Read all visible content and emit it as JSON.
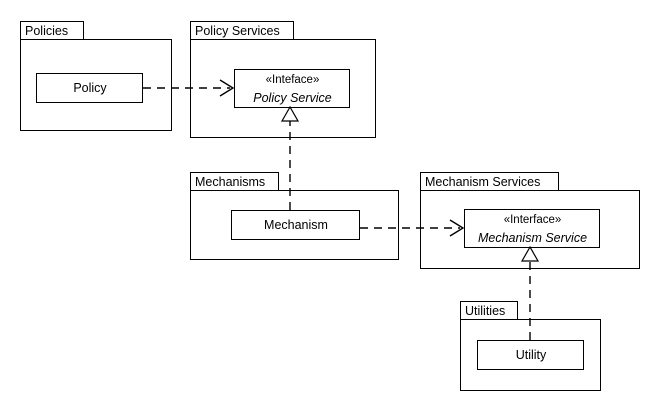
{
  "diagram": {
    "kind": "uml-package-diagram",
    "stroke_color": "#000000",
    "fill_color": "#ffffff",
    "background": "#ffffff"
  },
  "packages": {
    "policies": {
      "name": "Policies"
    },
    "policy_services": {
      "name": "Policy Services"
    },
    "mechanisms": {
      "name": "Mechanisms"
    },
    "mechanism_services": {
      "name": "Mechanism Services"
    },
    "utilities": {
      "name": "Utilities"
    }
  },
  "classes": {
    "policy": {
      "name": "Policy"
    },
    "mechanism": {
      "name": "Mechanism"
    },
    "utility": {
      "name": "Utility"
    }
  },
  "interfaces": {
    "policy_service": {
      "stereotype": "«Inteface»",
      "name": "Policy Service"
    },
    "mechanism_service": {
      "stereotype": "«Interface»",
      "name": "Mechanism Service"
    }
  },
  "relationships": [
    {
      "type": "dependency",
      "from": "Policy",
      "to": "Policy Service",
      "style": "dashed-open-arrow"
    },
    {
      "type": "dependency",
      "from": "Mechanism",
      "to": "Mechanism Service",
      "style": "dashed-open-arrow"
    },
    {
      "type": "realization",
      "from": "Mechanism",
      "to": "Policy Service",
      "style": "dashed-hollow-triangle"
    },
    {
      "type": "realization",
      "from": "Utility",
      "to": "Mechanism Service",
      "style": "dashed-hollow-triangle"
    }
  ]
}
